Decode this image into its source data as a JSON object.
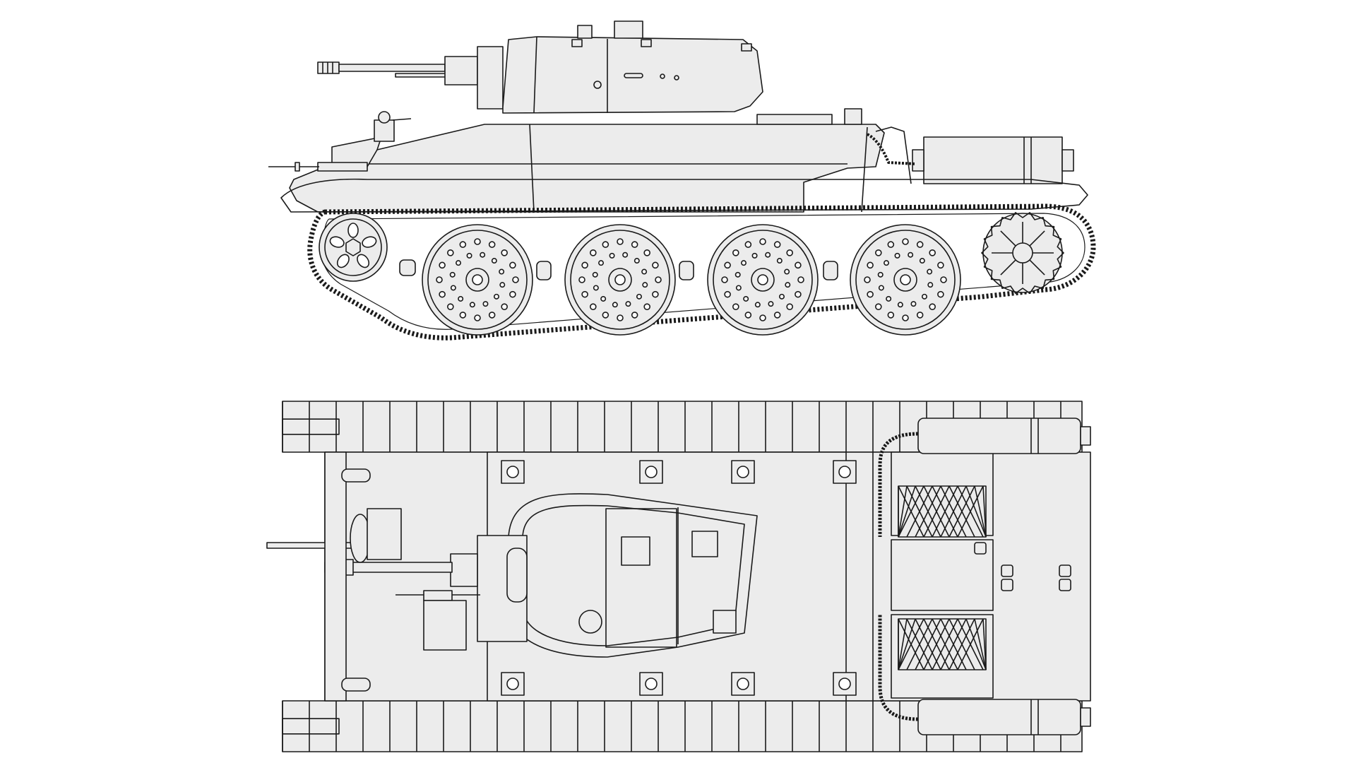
{
  "drawing": {
    "line_color": "#1a1a1a",
    "fill_color": "#ececec",
    "background_color": "#ffffff",
    "views": {
      "side": {
        "road_wheels": 4,
        "idler_wheels": 1,
        "drive_sprockets": 1,
        "exhaust_silencers": 1
      },
      "top": {
        "engine_grilles": 2,
        "exhaust_silencers": 2,
        "lifting_eyes": 8
      }
    }
  }
}
